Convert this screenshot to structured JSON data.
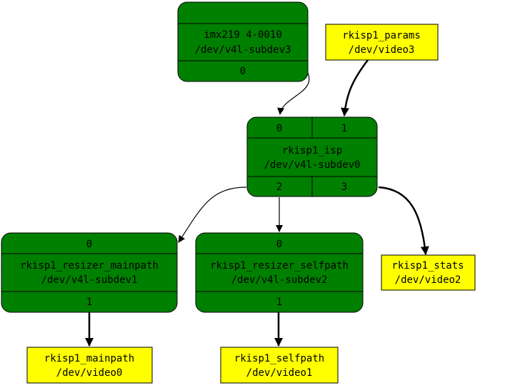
{
  "colors": {
    "entity_fill": "#008000",
    "devnode_fill": "#ffff00",
    "stroke": "#000000",
    "background": "#ffffff"
  },
  "entities": {
    "imx219": {
      "name": "imx219 4-0010",
      "devnode": "/dev/v4l-subdev3",
      "pads_out": [
        "0"
      ]
    },
    "isp": {
      "name": "rkisp1_isp",
      "devnode": "/dev/v4l-subdev0",
      "pads_in": [
        "0",
        "1"
      ],
      "pads_out": [
        "2",
        "3"
      ]
    },
    "mainpath": {
      "name": "rkisp1_resizer_mainpath",
      "devnode": "/dev/v4l-subdev1",
      "pads_in": [
        "0"
      ],
      "pads_out": [
        "1"
      ]
    },
    "selfpath": {
      "name": "rkisp1_resizer_selfpath",
      "devnode": "/dev/v4l-subdev2",
      "pads_in": [
        "0"
      ],
      "pads_out": [
        "1"
      ]
    }
  },
  "video_nodes": {
    "params": {
      "name": "rkisp1_params",
      "devnode": "/dev/video3"
    },
    "stats": {
      "name": "rkisp1_stats",
      "devnode": "/dev/video2"
    },
    "mainpath": {
      "name": "rkisp1_mainpath",
      "devnode": "/dev/video0"
    },
    "selfpath": {
      "name": "rkisp1_selfpath",
      "devnode": "/dev/video1"
    }
  },
  "links": [
    {
      "from": "imx219:0",
      "to": "rkisp1_isp:0",
      "style": "thin"
    },
    {
      "from": "rkisp1_params",
      "to": "rkisp1_isp:1",
      "style": "bold"
    },
    {
      "from": "rkisp1_isp:2",
      "to": "rkisp1_resizer_mainpath:0",
      "style": "thin"
    },
    {
      "from": "rkisp1_isp:2",
      "to": "rkisp1_resizer_selfpath:0",
      "style": "thin"
    },
    {
      "from": "rkisp1_isp:3",
      "to": "rkisp1_stats",
      "style": "bold"
    },
    {
      "from": "rkisp1_resizer_mainpath:1",
      "to": "rkisp1_mainpath",
      "style": "bold"
    },
    {
      "from": "rkisp1_resizer_selfpath:1",
      "to": "rkisp1_selfpath",
      "style": "bold"
    }
  ]
}
